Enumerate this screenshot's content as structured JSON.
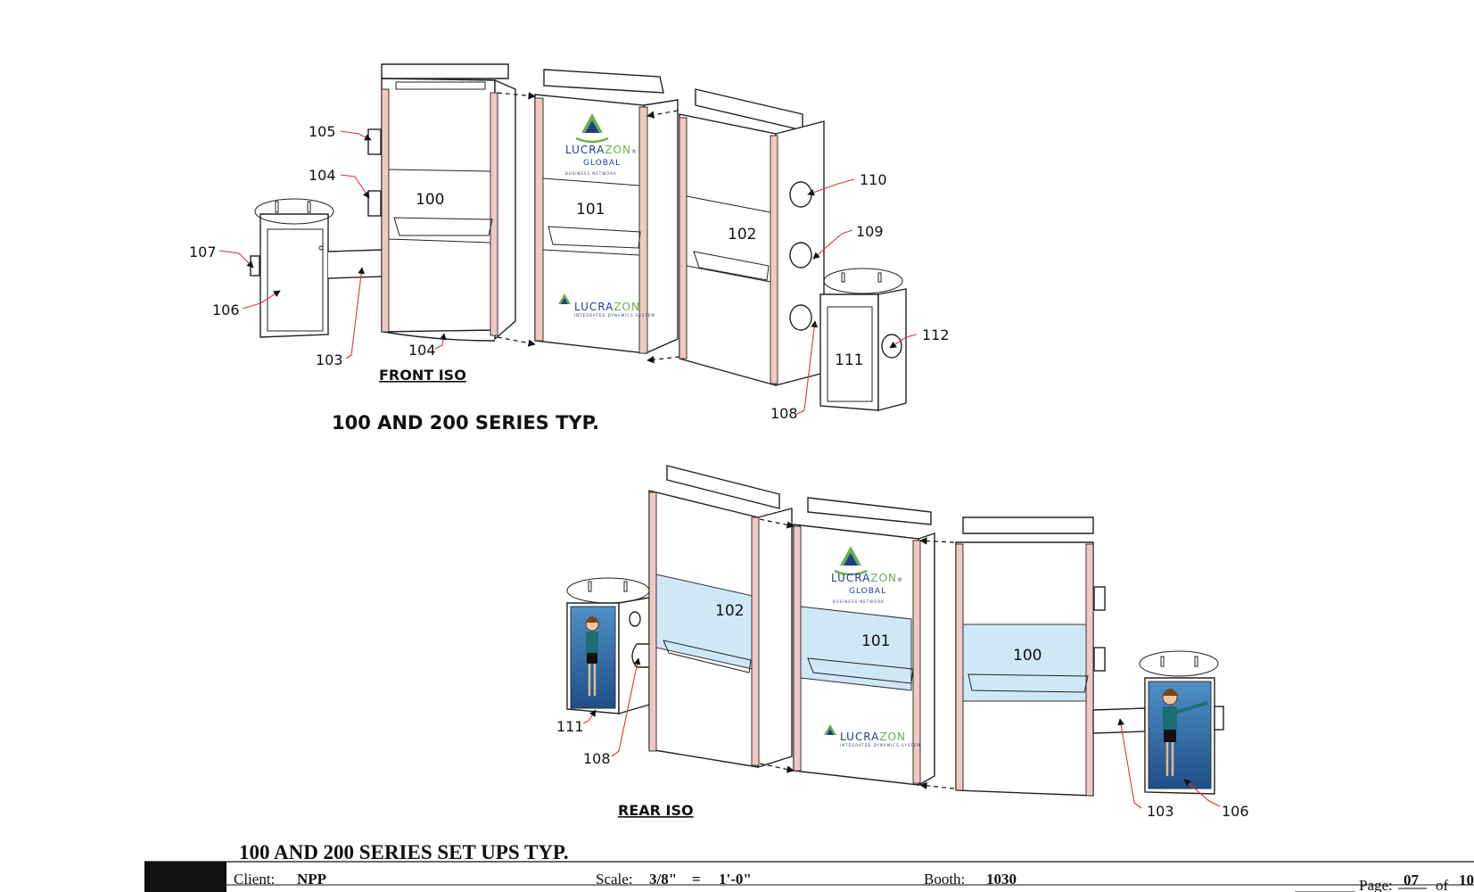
{
  "front_view": {
    "title": "FRONT ISO",
    "callouts": {
      "c105": "105",
      "c104a": "104",
      "c107": "107",
      "c106": "106",
      "c103": "103",
      "c104b": "104",
      "c110": "110",
      "c109": "109",
      "c112": "112",
      "c108": "108"
    },
    "panels": {
      "p100": "100",
      "p101": "101",
      "p102": "102",
      "p111": "111"
    }
  },
  "front_heading": "100 AND 200 SERIES TYP.",
  "rear_view": {
    "title": "REAR ISO",
    "callouts": {
      "c111": "111",
      "c108": "108",
      "c103": "103",
      "c106": "106"
    },
    "panels": {
      "p102": "102",
      "p101": "101",
      "p100": "100"
    }
  },
  "bottom_heading": "100 AND 200 SERIES SET UPS TYP.",
  "logo": {
    "name_a": "LUCRA",
    "name_b": "ZON",
    "reg": "®",
    "sub": "GLOBAL",
    "tagline": "BUSINESS NETWORK",
    "small_tagline": "INTEGRATED DYNAMICS SYSTEM"
  },
  "title_block": {
    "client_label": "Client:",
    "client": "NPP",
    "scale_label": "Scale:",
    "scale_a": "3/8\"",
    "scale_eq": "=",
    "scale_b": "1'-0\"",
    "booth_label": "Booth:",
    "booth": "1030",
    "page_label": "Page:",
    "page": "07",
    "of_label": "of",
    "total": "10"
  },
  "colors": {
    "edge_pink": "#f1c9c2",
    "shelf_blue": "#cfe8f7",
    "callout_leader": "#dd3333",
    "logo_blue": "#1f3d8a",
    "logo_green": "#6ab04c",
    "graphic_blue": "#2f6da6"
  }
}
